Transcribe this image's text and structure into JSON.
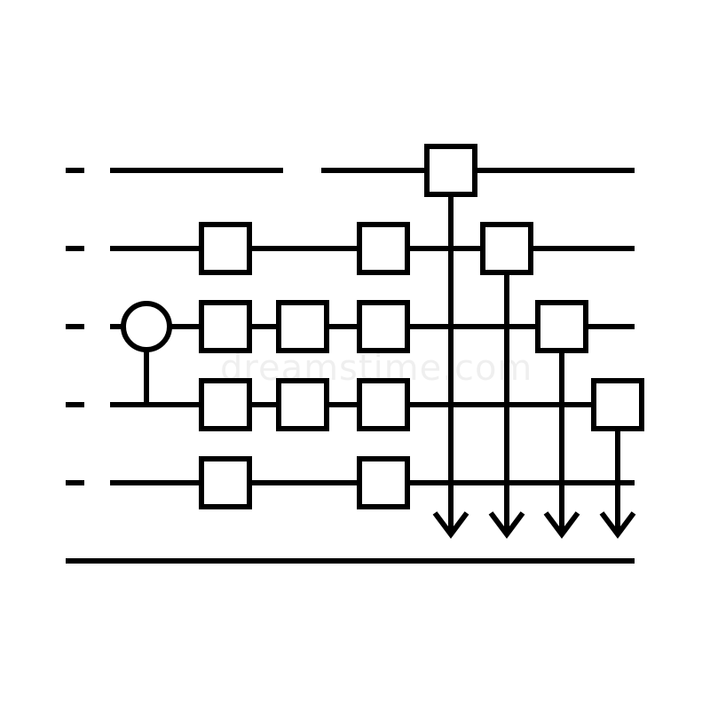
{
  "diagram": {
    "kind": "quantum-circuit-icon",
    "colors": {
      "line": "#000000",
      "background": "#ffffff"
    },
    "wires": [
      {
        "id": "q0",
        "gates": [
          "measure"
        ]
      },
      {
        "id": "q1",
        "gates": [
          "gate",
          "gate",
          "measure"
        ]
      },
      {
        "id": "q2",
        "gates": [
          "control",
          "gate",
          "gate",
          "gate",
          "measure"
        ]
      },
      {
        "id": "q3",
        "gates": [
          "target",
          "gate",
          "gate",
          "gate",
          "measure"
        ]
      },
      {
        "id": "q4",
        "gates": [
          "gate",
          "gate"
        ]
      }
    ],
    "classical_register": {
      "measurement_arrows": 4
    },
    "watermark": "dreamstime.com"
  }
}
